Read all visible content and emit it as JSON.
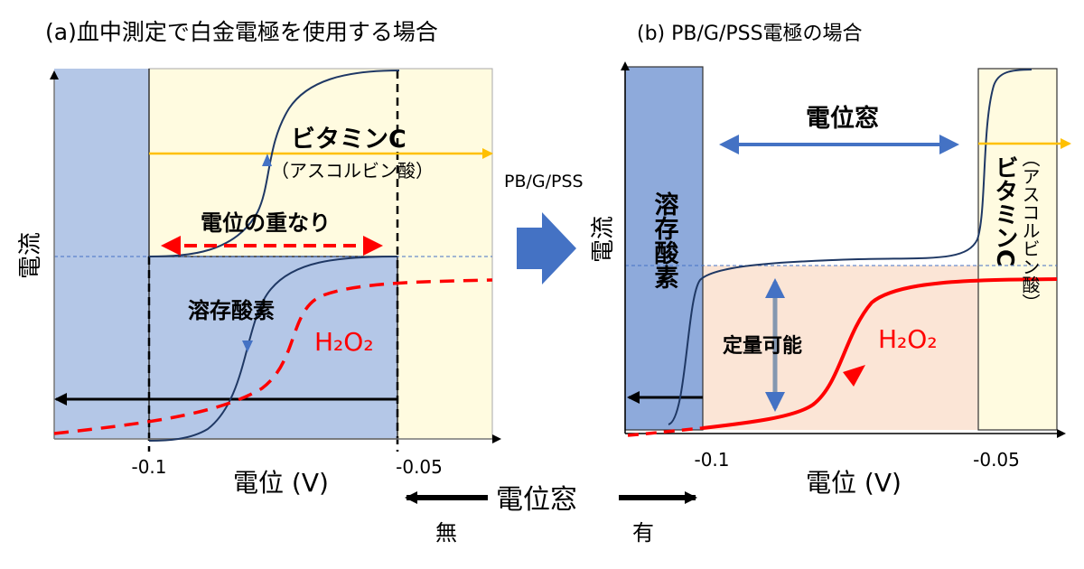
{
  "panel_a": {
    "title": "(a)血中測定で白金電極を使用する場合",
    "vitamin_c": "ビタミンC",
    "ascorbic": "（アスコルビン酸）",
    "overlap": "電位の重なり",
    "dissolved_oxygen": "溶存酸素",
    "h2o2": "H₂O₂",
    "y_label": "電流",
    "x_label": "電位 (V)",
    "tick_left": "-0.1",
    "tick_right": "-0.05"
  },
  "transition_label": "PB/G/PSS",
  "panel_b": {
    "title": "(b) PB/G/PSS電極の場合",
    "potential_window": "電位窓",
    "dissolved_oxygen": "溶存酸素",
    "vitamin_c": "ビタミンC",
    "ascorbic": "（アスコルビン酸）",
    "quantifiable": "定量可能",
    "h2o2": "H₂O₂",
    "y_label": "電流",
    "x_label": "電位 (V)",
    "tick_left": "-0.1",
    "tick_right": "-0.05"
  },
  "bottom": {
    "window_label": "電位窓",
    "none": "無",
    "have": "有"
  },
  "colors": {
    "blue_region": "#b4c7e7",
    "yellow_region": "#fffbe0",
    "red_curve": "#ff0000",
    "orange_line": "#ffc000",
    "blue_arrow": "#4472c4",
    "peach_region": "#fbe5d6"
  }
}
